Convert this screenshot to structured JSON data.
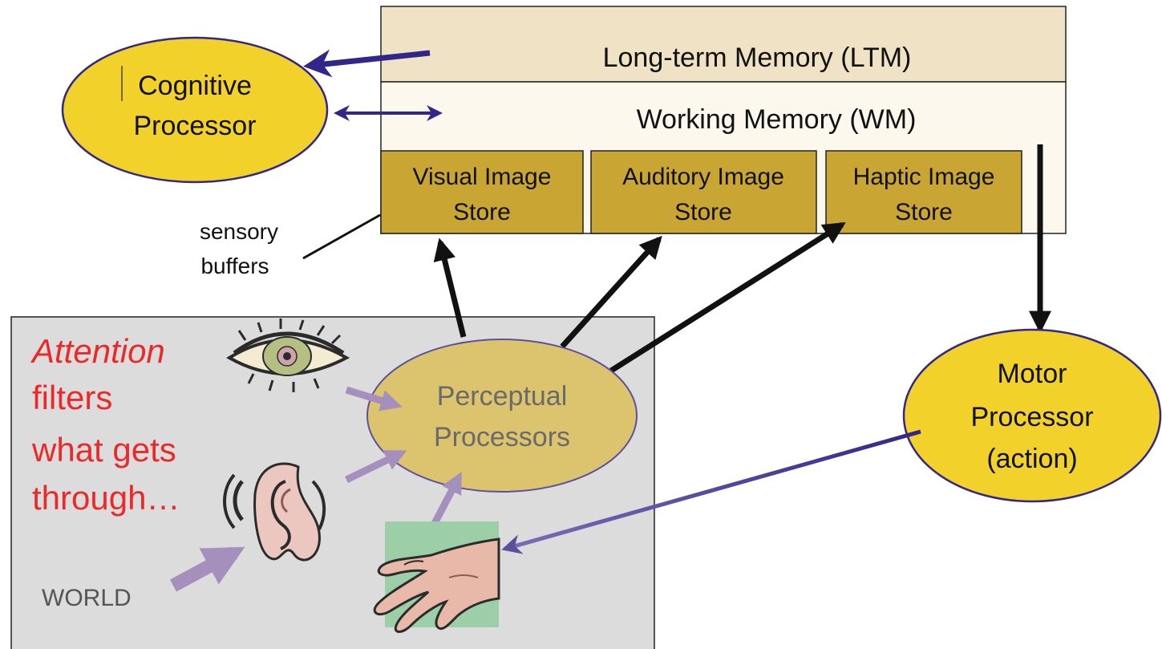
{
  "memory": {
    "ltm_label": "Long-term Memory (LTM)",
    "wm_label": "Working Memory (WM)",
    "stores": [
      {
        "line1": "Visual Image",
        "line2": "Store"
      },
      {
        "line1": "Auditory Image",
        "line2": "Store"
      },
      {
        "line1": "Haptic Image",
        "line2": "Store"
      }
    ]
  },
  "cognitive": {
    "line1": "Cognitive",
    "line2": "Processor"
  },
  "motor": {
    "line1": "Motor",
    "line2": "Processor",
    "line3": "(action)"
  },
  "perceptual": {
    "line1": "Perceptual",
    "line2": "Processors"
  },
  "sensory_label": {
    "line1": "sensory",
    "line2": "buffers"
  },
  "attention": {
    "word": "Attention",
    "line2": "filters",
    "line3": "what gets",
    "line4": "through…"
  },
  "world_label": "WORLD",
  "icons": [
    "eye-icon",
    "ear-icon",
    "hand-icon"
  ],
  "colors": {
    "processor_yellow": "#f2d22a",
    "perceptual_fill": "#dcc46e",
    "store_fill": "#c9a533",
    "ltm_fill": "#f0e2c4",
    "wm_fill": "#fcf8ee",
    "world_fill": "#dcdcdc",
    "dark_arrow": "#31268a",
    "light_arrow": "#a590bd",
    "attention_red": "#ea2a2a"
  }
}
